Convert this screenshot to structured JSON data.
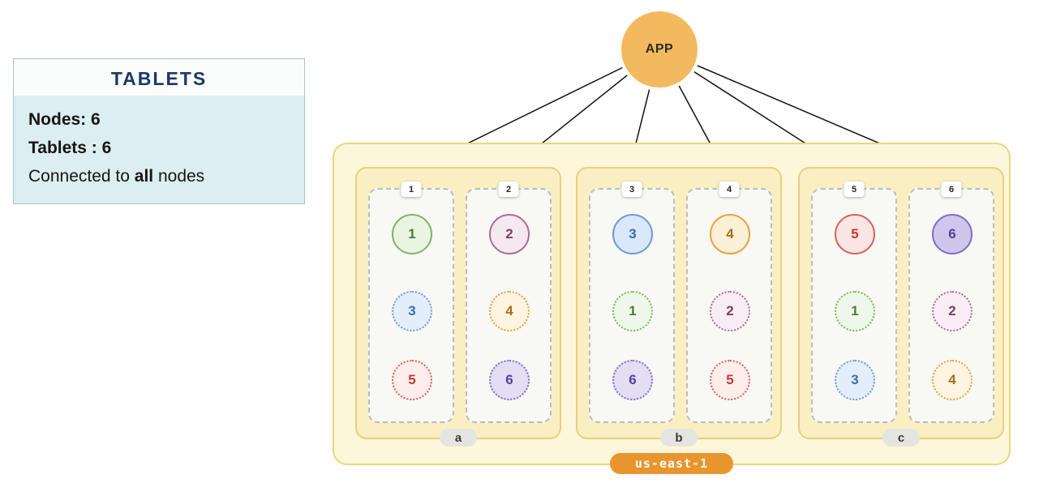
{
  "info_panel": {
    "title": "TABLETS",
    "lines": [
      {
        "segments": [
          {
            "text": "Nodes: 6",
            "bold": true
          }
        ]
      },
      {
        "segments": [
          {
            "text": "Tablets : 6",
            "bold": true
          }
        ]
      },
      {
        "segments": [
          {
            "text": "Connected to ",
            "bold": false
          },
          {
            "text": "all",
            "bold": true
          },
          {
            "text": " nodes",
            "bold": false
          }
        ]
      }
    ]
  },
  "app": {
    "label": "APP"
  },
  "region": {
    "label": "us-east-1",
    "zones": [
      {
        "label": "a",
        "nodes": [
          {
            "id": "1",
            "tablets": [
              {
                "num": "1",
                "role": "leader",
                "color": "green"
              },
              {
                "num": "3",
                "role": "follower",
                "color": "blue"
              },
              {
                "num": "5",
                "role": "follower",
                "color": "red"
              }
            ]
          },
          {
            "id": "2",
            "tablets": [
              {
                "num": "2",
                "role": "leader",
                "color": "plum"
              },
              {
                "num": "4",
                "role": "follower",
                "color": "orange"
              },
              {
                "num": "6",
                "role": "follower",
                "color": "indigo"
              }
            ]
          }
        ]
      },
      {
        "label": "b",
        "nodes": [
          {
            "id": "3",
            "tablets": [
              {
                "num": "3",
                "role": "leader",
                "color": "blue"
              },
              {
                "num": "1",
                "role": "follower",
                "color": "green"
              },
              {
                "num": "6",
                "role": "follower",
                "color": "indigo"
              }
            ]
          },
          {
            "id": "4",
            "tablets": [
              {
                "num": "4",
                "role": "leader",
                "color": "orange"
              },
              {
                "num": "2",
                "role": "follower",
                "color": "plum"
              },
              {
                "num": "5",
                "role": "follower",
                "color": "red"
              }
            ]
          }
        ]
      },
      {
        "label": "c",
        "nodes": [
          {
            "id": "5",
            "tablets": [
              {
                "num": "5",
                "role": "leader",
                "color": "red"
              },
              {
                "num": "1",
                "role": "follower",
                "color": "green"
              },
              {
                "num": "3",
                "role": "follower",
                "color": "blue"
              }
            ]
          },
          {
            "id": "6",
            "tablets": [
              {
                "num": "6",
                "role": "leader",
                "color": "indigo"
              },
              {
                "num": "2",
                "role": "follower",
                "color": "plum"
              },
              {
                "num": "4",
                "role": "follower",
                "color": "orange"
              }
            ]
          }
        ]
      }
    ]
  },
  "palette": {
    "green": {
      "border": "#82b168",
      "bgLeader": "#e9f4e2",
      "bgFollower": "#eff7ea",
      "text": "#4f7c38"
    },
    "plum": {
      "border": "#b06a92",
      "bgLeader": "#f4e9ef",
      "bgFollower": "#f7eef3",
      "text": "#7c3f63"
    },
    "blue": {
      "border": "#6d9ad9",
      "bgLeader": "#d9e8fa",
      "bgFollower": "#e4eefb",
      "text": "#3c6cb4"
    },
    "orange": {
      "border": "#e8a23e",
      "bgLeader": "#fcf0d6",
      "bgFollower": "#fdf4e1",
      "text": "#ad6d1c"
    },
    "red": {
      "border": "#dc5f5a",
      "bgLeader": "#fbe6e4",
      "bgFollower": "#fdedeb",
      "text": "#bd3c38"
    },
    "indigo": {
      "border": "#7c6dca",
      "bgLeader": "#cfc6ec",
      "bgFollower": "#e3def4",
      "text": "#53419e"
    }
  },
  "theme": {
    "app_bg": "#f2b95e",
    "region_bg": "#fdf6da",
    "region_border": "#eed47e",
    "region_badge_bg": "#e8952d",
    "zone_bg": "#f9efc3",
    "zone_border": "#e7d07a",
    "panel_body_bg": "#dceef1",
    "title_color": "#1c3768",
    "arrow_color": "#111111"
  }
}
